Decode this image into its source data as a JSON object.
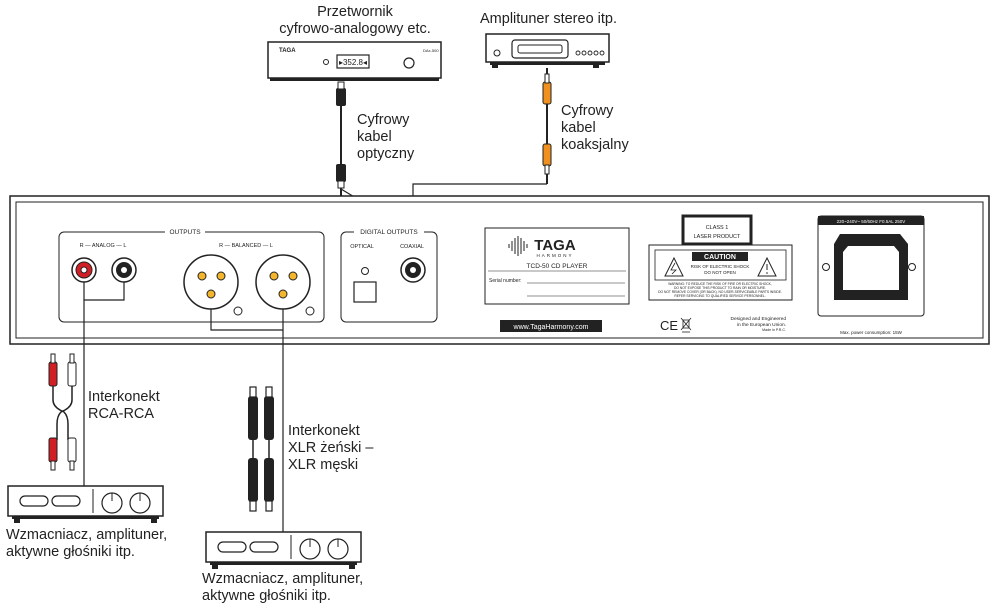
{
  "labels": {
    "dac": "Przetwornik\ncyfrowo-analogowy etc.",
    "receiver": "Amplituner stereo itp.",
    "optical_cable": "Cyfrowy\nkabel\noptyczny",
    "coax_cable": "Cyfrowy\nkabel\nkoaksjalny",
    "rca_interconnect": "Interkonekt\nRCA-RCA",
    "xlr_interconnect": "Interkonekt\nXLR żeński –\nXLR męski",
    "amp_left": "Wzmacniacz, amplituner,\naktywne głośniki itp.",
    "amp_center": "Wzmacniacz, amplituner,\naktywne głośniki itp."
  },
  "dac_device": {
    "brand": "TAGA",
    "display": "▸352.8◂",
    "model": "DAx-500"
  },
  "panel": {
    "outputs_title": "OUTPUTS",
    "analog_label": "R — ANALOG — L",
    "balanced_label": "R — BALANCED — L",
    "digital_title": "DIGITAL OUTPUTS",
    "optical_label": "OPTICAL",
    "coaxial_label": "COAXIAL",
    "brand": "TAGA",
    "brand_sub": "HARMONY",
    "model": "TCD-50 CD PLAYER",
    "serial_label": "Serial number:",
    "website": "www.TagaHarmony.com",
    "laser_line1": "CLASS 1",
    "laser_line2": "LASER PRODUCT",
    "caution": "CAUTION",
    "caution_sub1": "RISK OF ELECTRIC SHOCK",
    "caution_sub2": "DO NOT OPEN",
    "warning_line1": "WARNING: TO REDUCE THE RISK OF FIRE OR ELECTRIC SHOCK,",
    "warning_line2": "DO NOT EXPOSE THIS PRODUCT TO RAIN OR MOISTURE.",
    "warning_line3": "DO NOT REMOVE COVER (OR BACK). NO USER-SERVICEABLE PARTS INSIDE.",
    "warning_line4": "REFER SERVICING TO QUALIFIED SERVICE PERSONNEL.",
    "ce_mark": "CE",
    "designed_line1": "Designed and Engineered",
    "designed_line2": "in the European Union.",
    "designed_line3": "Made in P.R.C.",
    "power_spec": "220~240V~ 50/60Hz F0.5AL 250V",
    "power_consumption": "Max. power consumption: 15W"
  },
  "colors": {
    "rca_red": "#d21f26",
    "coax_orange": "#f0901e",
    "line": "#222222"
  }
}
